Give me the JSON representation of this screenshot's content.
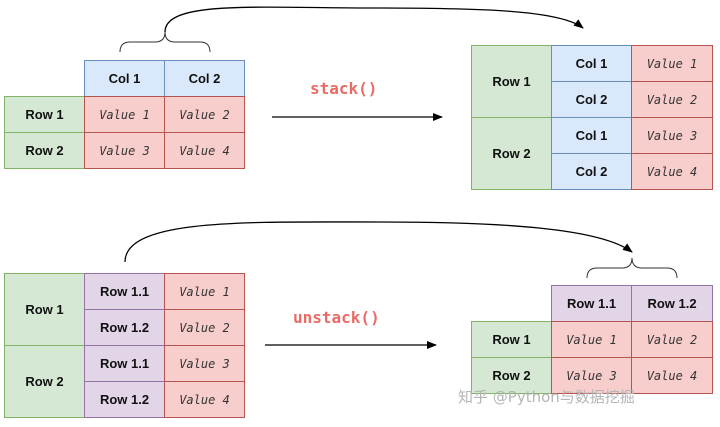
{
  "stack": {
    "func": "stack()",
    "before": {
      "cols": [
        "Col 1",
        "Col 2"
      ],
      "rows": [
        "Row 1",
        "Row 2"
      ],
      "values": [
        [
          "Value 1",
          "Value 2"
        ],
        [
          "Value 3",
          "Value 4"
        ]
      ]
    },
    "after": {
      "rows": [
        "Row 1",
        "Row 2"
      ],
      "cols": [
        "Col 1",
        "Col 2",
        "Col 1",
        "Col 2"
      ],
      "values": [
        "Value 1",
        "Value 2",
        "Value 3",
        "Value 4"
      ]
    }
  },
  "unstack": {
    "func": "unstack()",
    "before": {
      "rows": [
        "Row 1",
        "Row 2"
      ],
      "subrows": [
        "Row 1.1",
        "Row 1.2",
        "Row 1.1",
        "Row 1.2"
      ],
      "values": [
        "Value 1",
        "Value 2",
        "Value 3",
        "Value 4"
      ]
    },
    "after": {
      "cols": [
        "Row 1.1",
        "Row 1.2"
      ],
      "rows": [
        "Row 1",
        "Row 2"
      ],
      "values": [
        [
          "Value 1",
          "Value 2"
        ],
        [
          "Value 3",
          "Value 4"
        ]
      ]
    }
  },
  "watermark": "知乎 @Python与数据挖掘"
}
